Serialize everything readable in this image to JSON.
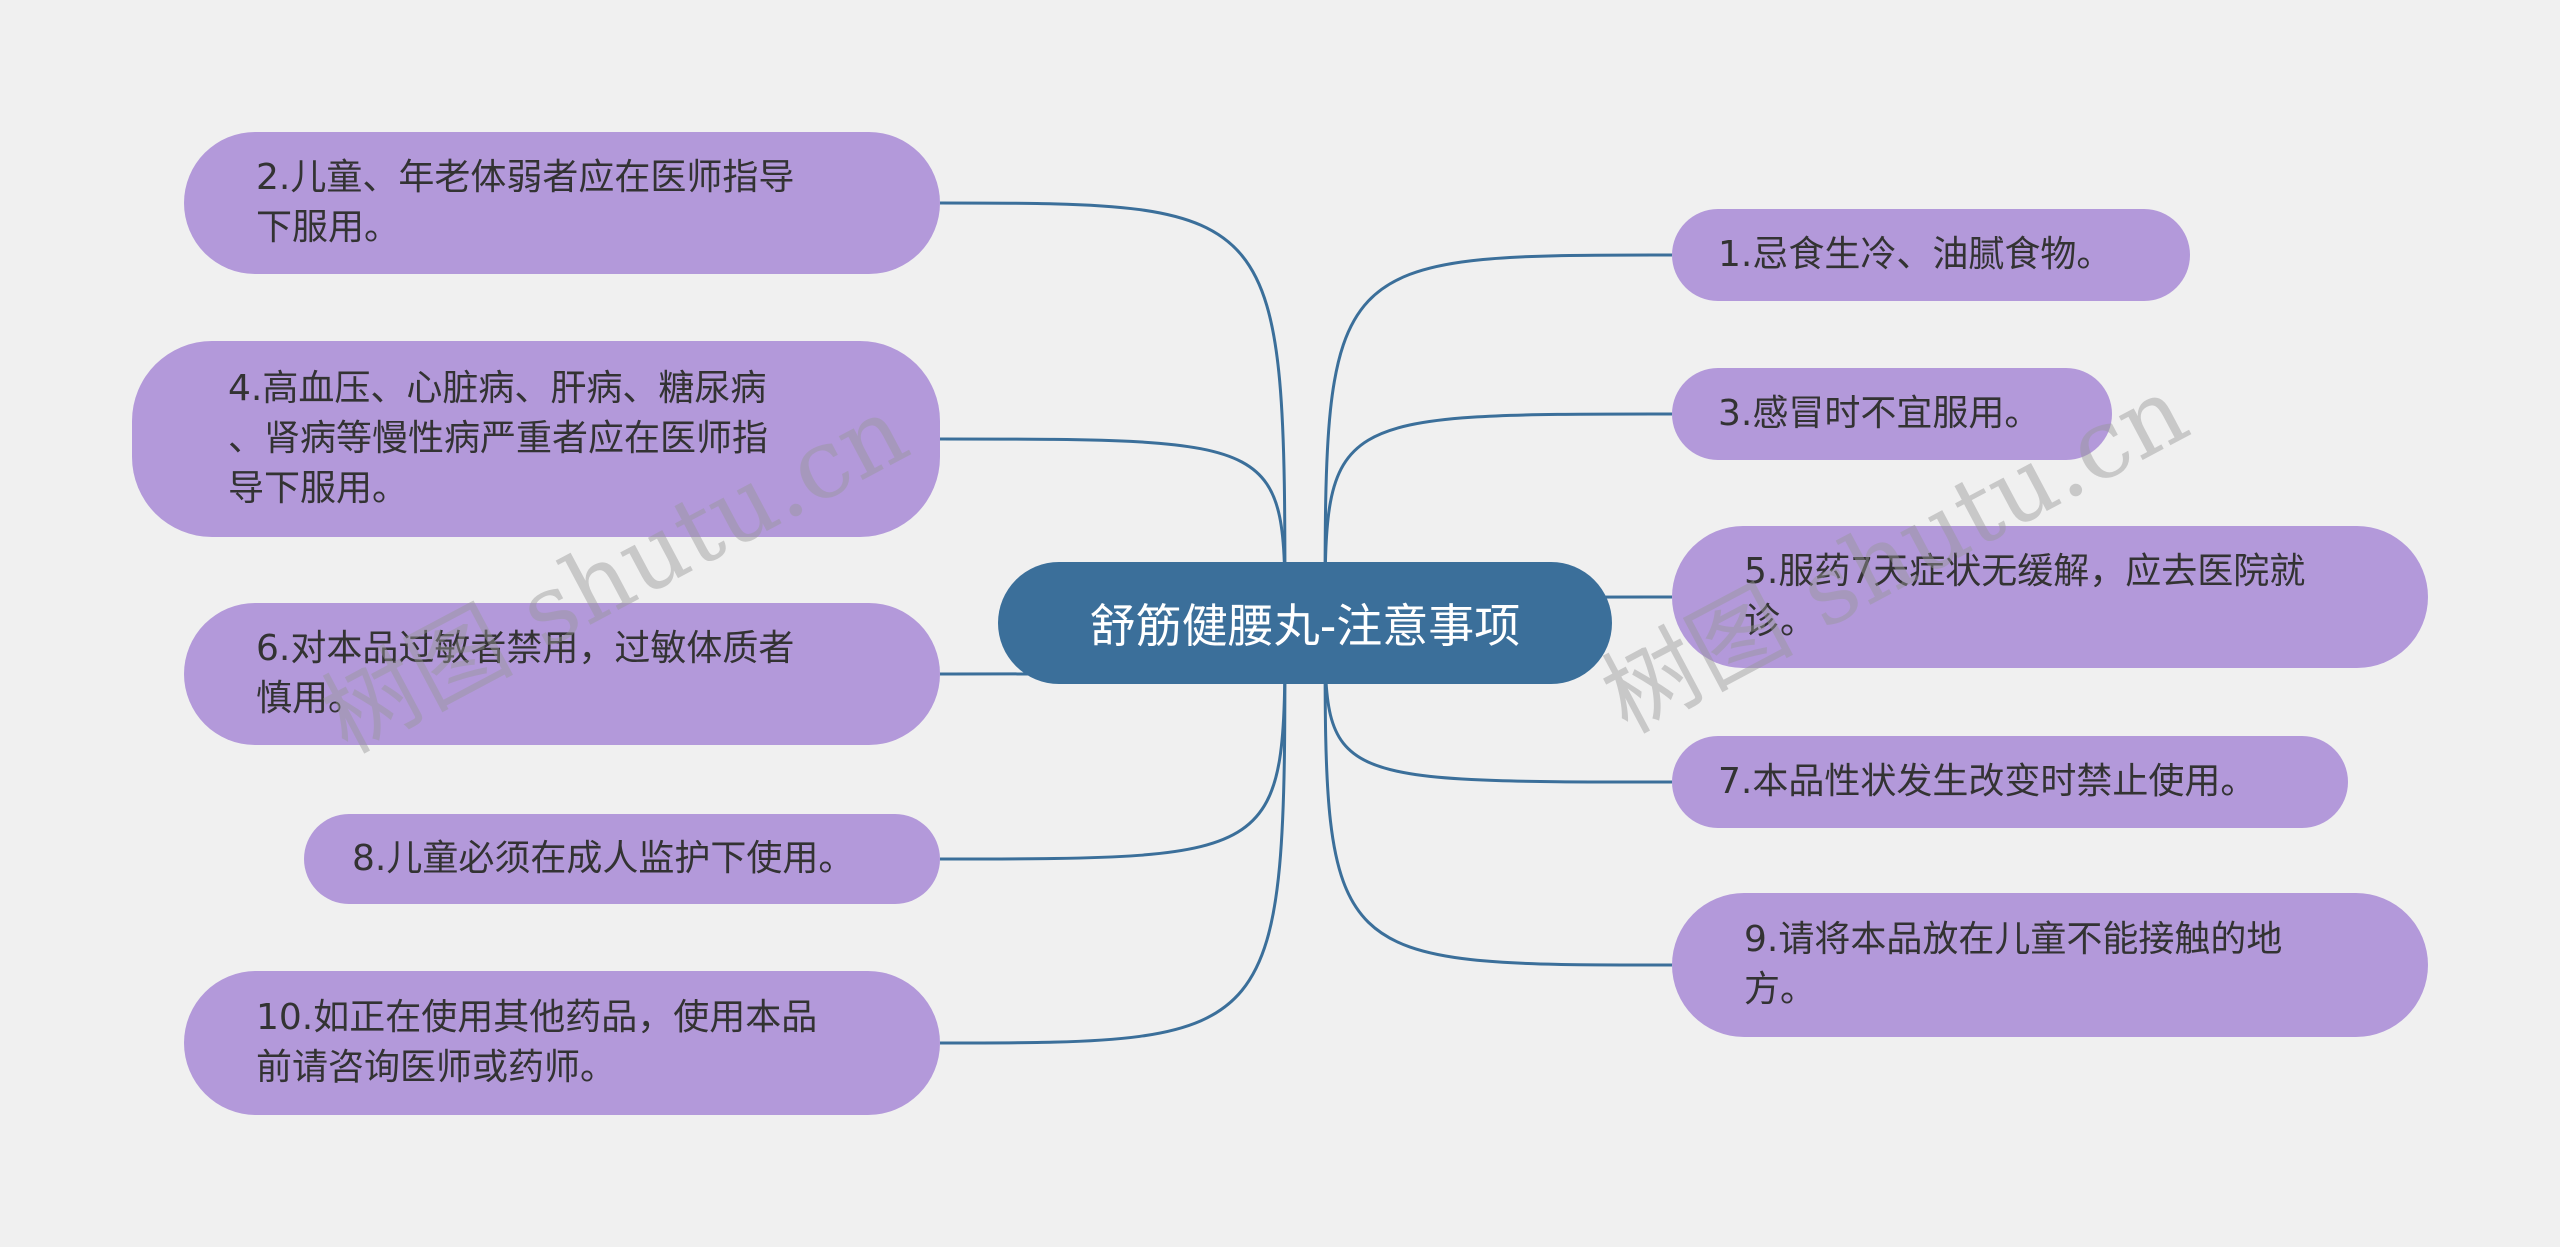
{
  "root": {
    "label": "舒筋健腰丸-注意事项"
  },
  "nodes": {
    "n1": "1.忌食生冷、油腻食物。",
    "n2": "2.儿童、年老体弱者应在医师指导\n下服用。",
    "n3": "3.感冒时不宜服用。",
    "n4": "4.高血压、心脏病、肝病、糖尿病\n、肾病等慢性病严重者应在医师指\n导下服用。",
    "n5": "5.服药7天症状无缓解，应去医院就\n诊。",
    "n6": "6.对本品过敏者禁用，过敏体质者\n慎用。",
    "n7": "7.本品性状发生改变时禁止使用。",
    "n8": "8.儿童必须在成人监护下使用。",
    "n9": "9.请将本品放在儿童不能接触的地\n方。",
    "n10": "10.如正在使用其他药品，使用本品\n前请咨询医师或药师。"
  },
  "watermark": {
    "text": "树图 shutu.cn"
  },
  "colors": {
    "root": "#3b6f9a",
    "node": "#b399da",
    "link": "#3b6f9a",
    "background": "#f0f0f0"
  }
}
